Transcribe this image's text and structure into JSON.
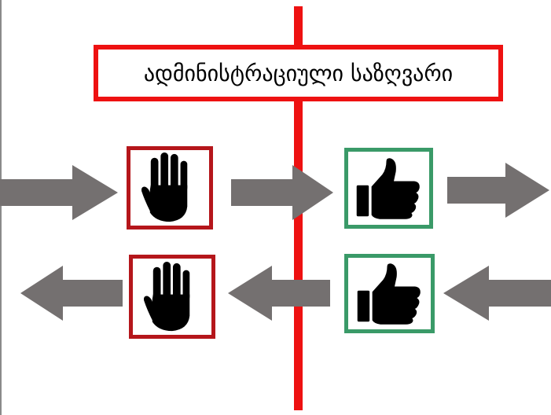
{
  "title": "ადმინისტრაციული საზღვარი",
  "colors": {
    "border_line": "#ee1111",
    "stop_frame": "#b5161b",
    "go_frame": "#3a9a68",
    "arrow": "#747070",
    "icon": "#000000"
  },
  "diagram": {
    "top_row": {
      "flow": "left-to-right",
      "sequence": [
        "arrow",
        "stop-hand-icon",
        "arrow",
        "thumbs-up-icon",
        "arrow"
      ]
    },
    "bottom_row": {
      "flow": "right-to-left",
      "sequence": [
        "arrow",
        "stop-hand-icon",
        "arrow",
        "thumbs-up-icon",
        "arrow"
      ]
    }
  }
}
